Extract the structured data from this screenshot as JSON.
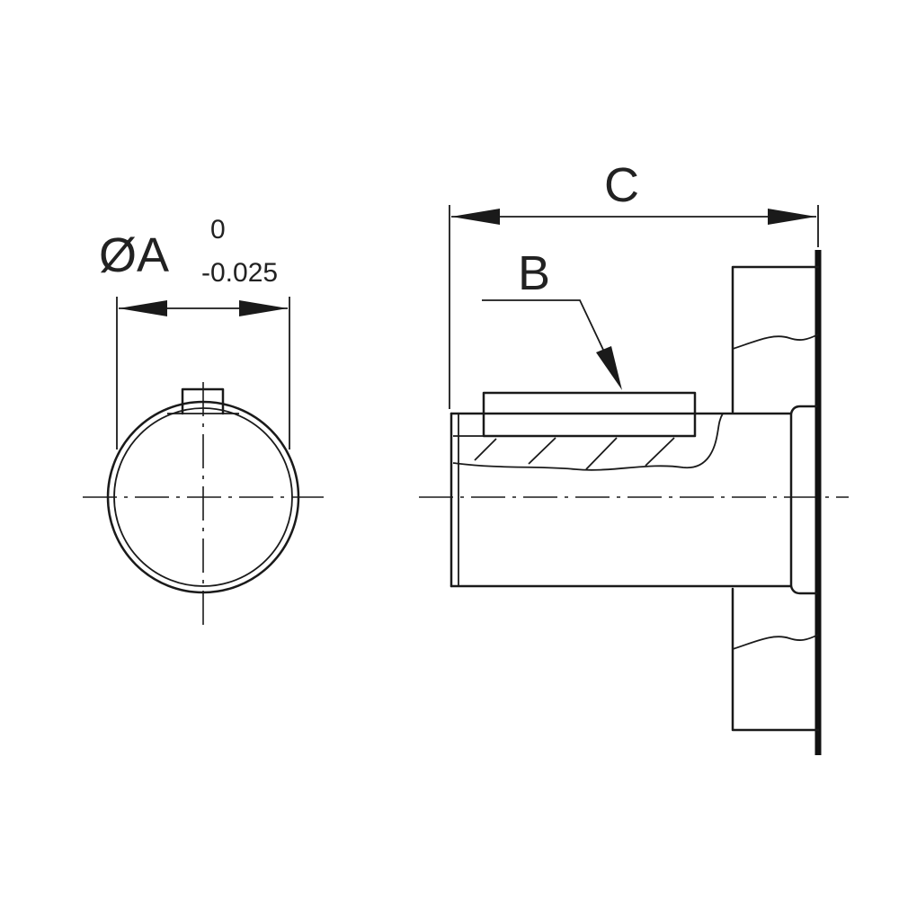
{
  "dimension_a": {
    "label": "ØA",
    "tolerance_upper": "0",
    "tolerance_lower": "-0.025"
  },
  "dimension_b": {
    "label": "B"
  },
  "dimension_c": {
    "label": "C"
  }
}
